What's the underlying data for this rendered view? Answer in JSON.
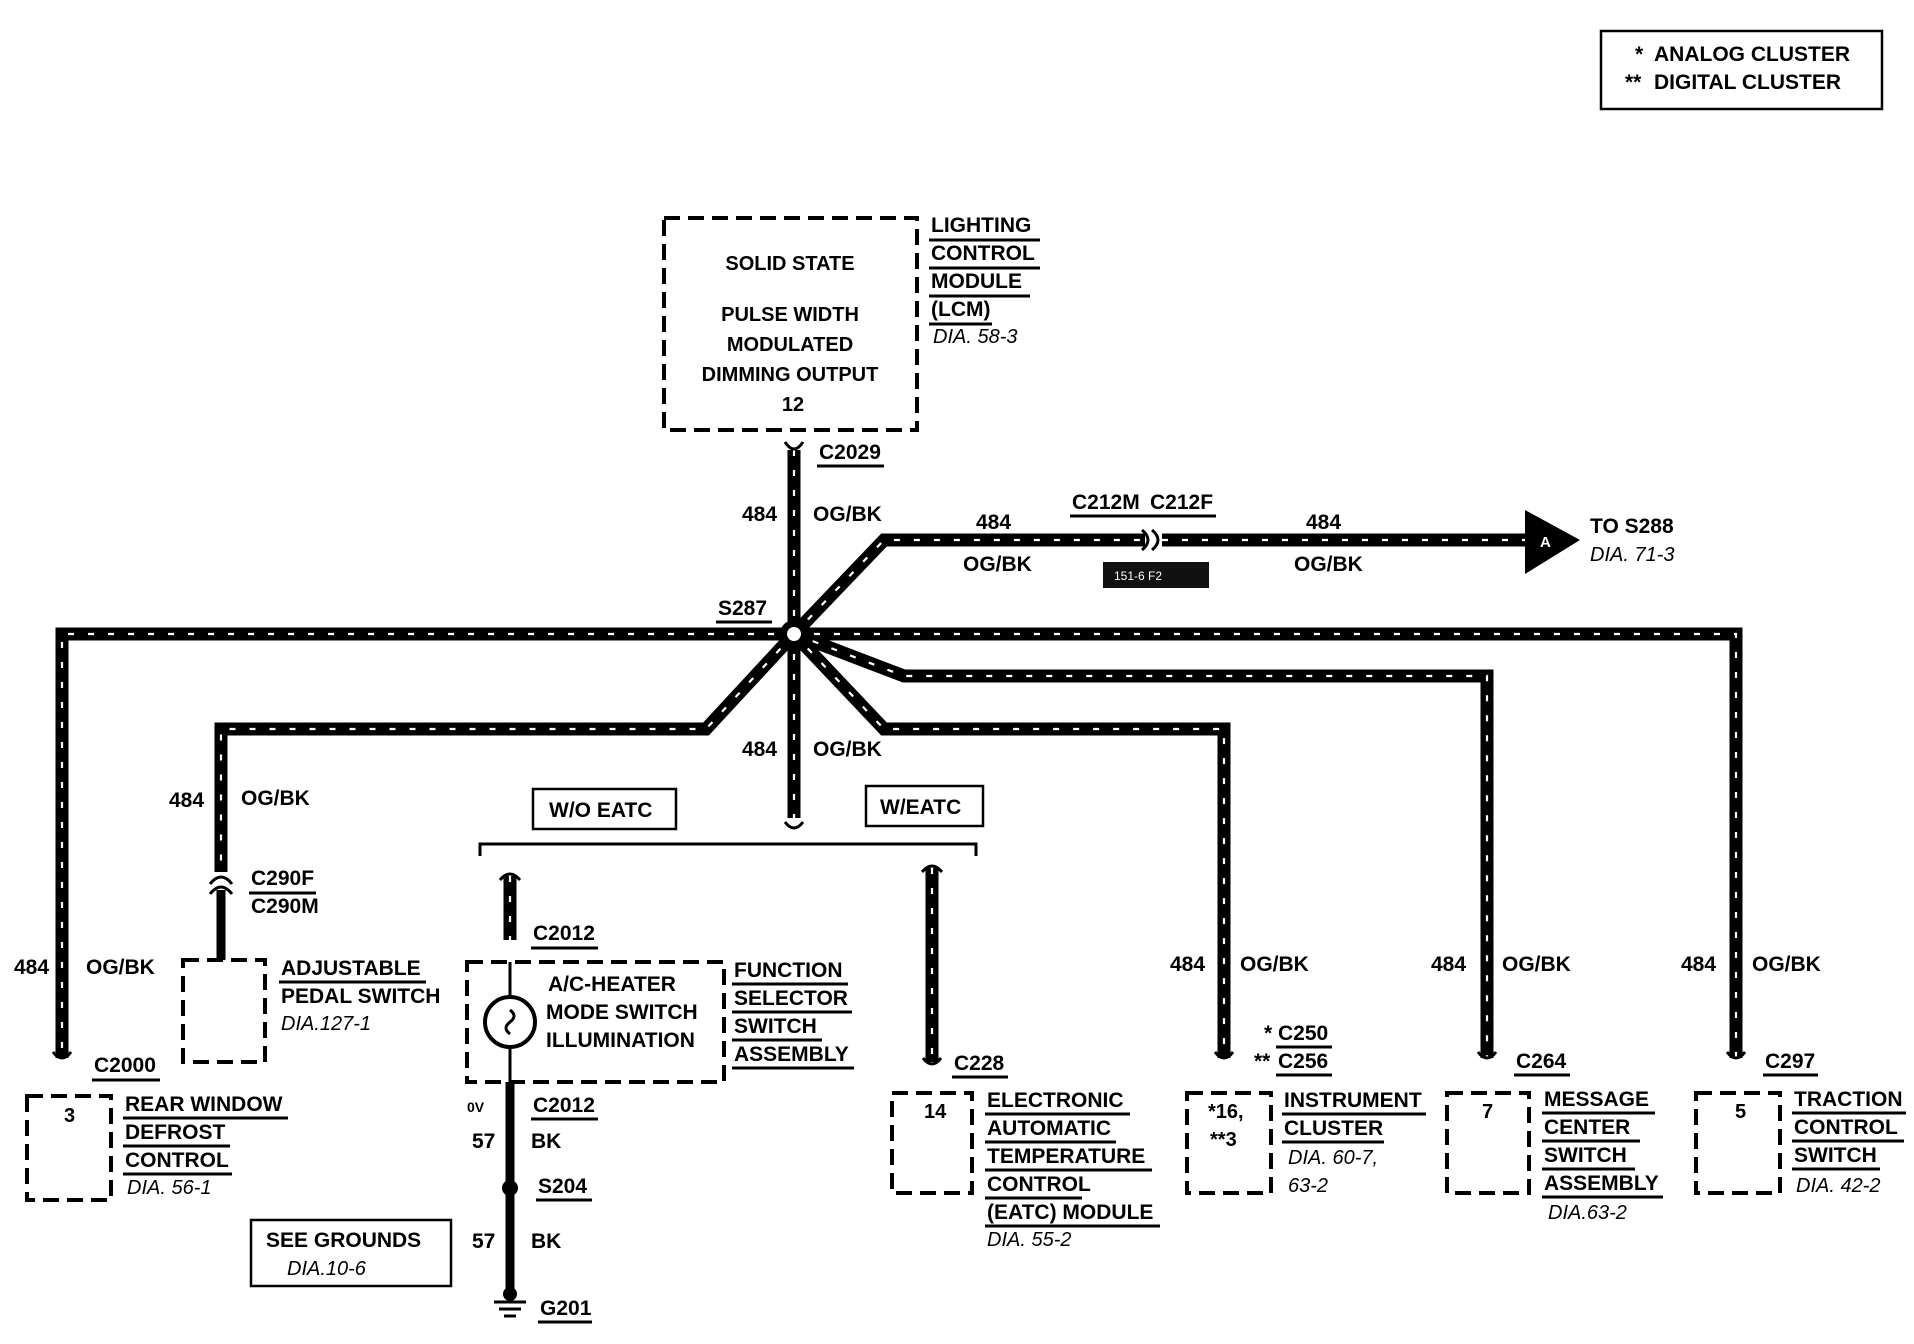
{
  "legend": {
    "analog_marker": "*",
    "analog_label": "ANALOG CLUSTER",
    "digital_marker": "**",
    "digital_label": "DIGITAL CLUSTER"
  },
  "lcm": {
    "inner": [
      "SOLID STATE",
      "PULSE WIDTH",
      "MODULATED",
      "DIMMING OUTPUT"
    ],
    "pin": "12",
    "name": [
      "LIGHTING",
      "CONTROL",
      "MODULE",
      "(LCM)"
    ],
    "dia": "DIA. 58-3",
    "connector": "C2029"
  },
  "wires": {
    "circuit": "484",
    "color": "OG/BK",
    "ground_circuit": "57",
    "ground_color": "BK"
  },
  "splice": {
    "s287": "S287",
    "s204": "S204"
  },
  "inline_connector": {
    "male": "C212M",
    "female": "C212F",
    "tag": "151-6 F2"
  },
  "offpage": {
    "marker": "A",
    "to": "TO S288",
    "dia": "DIA. 71-3"
  },
  "options": {
    "without": "W/O EATC",
    "with": "W/EATC"
  },
  "rear_defrost": {
    "connector": "C2000",
    "pin": "3",
    "name": [
      "REAR WINDOW",
      "DEFROST",
      "CONTROL"
    ],
    "dia": "DIA. 56-1"
  },
  "pedal": {
    "connector_f": "C290F",
    "connector_m": "C290M",
    "name": [
      "ADJUSTABLE",
      "PEDAL SWITCH"
    ],
    "dia": "DIA.127-1"
  },
  "function_selector": {
    "connector_top": "C2012",
    "connector_bottom": "C2012",
    "inner": [
      "A/C-HEATER",
      "MODE SWITCH",
      "ILLUMINATION"
    ],
    "name": [
      "FUNCTION",
      "SELECTOR",
      "SWITCH",
      "ASSEMBLY"
    ],
    "voltage": "0V"
  },
  "ground": {
    "point": "G201",
    "see": "SEE GROUNDS",
    "dia": "DIA.10-6"
  },
  "eatc": {
    "connector": "C228",
    "pin": "14",
    "name": [
      "ELECTRONIC",
      "AUTOMATIC",
      "TEMPERATURE",
      "CONTROL",
      "(EATC) MODULE"
    ],
    "dia": "DIA. 55-2"
  },
  "cluster": {
    "connector_analog": "C250",
    "connector_digital": "C256",
    "connector_analog_marker": "*",
    "connector_digital_marker": "**",
    "pin_analog": "*16,",
    "pin_digital": "**3",
    "name": [
      "INSTRUMENT",
      "CLUSTER"
    ],
    "dia": [
      "DIA. 60-7,",
      "63-2"
    ]
  },
  "message_center": {
    "connector": "C264",
    "pin": "7",
    "name": [
      "MESSAGE",
      "CENTER",
      "SWITCH",
      "ASSEMBLY"
    ],
    "dia": "DIA.63-2"
  },
  "traction": {
    "connector": "C297",
    "pin": "5",
    "name": [
      "TRACTION",
      "CONTROL",
      "SWITCH"
    ],
    "dia": "DIA. 42-2"
  }
}
